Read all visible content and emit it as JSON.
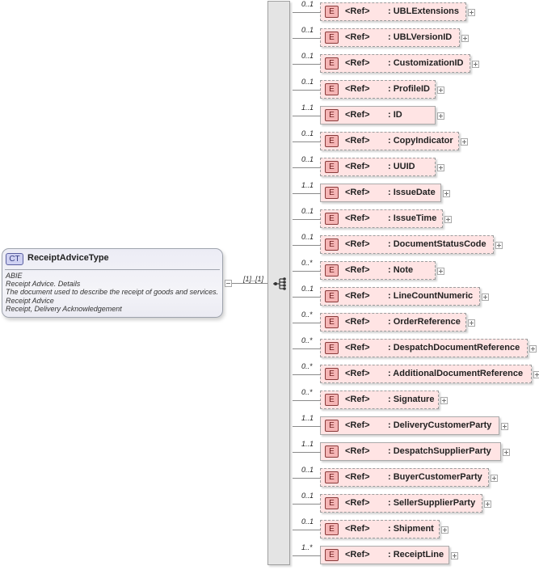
{
  "complex_type": {
    "badge": "CT",
    "name": "ReceiptAdviceType",
    "doc_lines": [
      "ABIE",
      "Receipt Advice. Details",
      "The document used to describe the receipt of goods and services.",
      "Receipt Advice",
      "Receipt, Delivery Acknowledgement"
    ]
  },
  "sequence": {
    "cardinality": "[1]..[1]",
    "icon": "sequence-compositor-icon"
  },
  "element_badge": "E",
  "ref_label": "<Ref>",
  "elements": [
    {
      "name": ": UBLExtensions",
      "occ": "0..1",
      "optional": true,
      "width": 181
    },
    {
      "name": ": UBLVersionID",
      "occ": "0..1",
      "optional": true,
      "width": 173
    },
    {
      "name": ": CustomizationID",
      "occ": "0..1",
      "optional": true,
      "width": 186
    },
    {
      "name": ": ProfileID",
      "occ": "0..1",
      "optional": true,
      "width": 143
    },
    {
      "name": ": ID",
      "occ": "1..1",
      "optional": false,
      "width": 143
    },
    {
      "name": ": CopyIndicator",
      "occ": "0..1",
      "optional": true,
      "width": 172
    },
    {
      "name": ": UUID",
      "occ": "0..1",
      "optional": true,
      "width": 143
    },
    {
      "name": ": IssueDate",
      "occ": "1..1",
      "optional": false,
      "width": 150
    },
    {
      "name": ": IssueTime",
      "occ": "0..1",
      "optional": true,
      "width": 152
    },
    {
      "name": ": DocumentStatusCode",
      "occ": "0..1",
      "optional": true,
      "width": 215
    },
    {
      "name": ": Note",
      "occ": "0..*",
      "optional": true,
      "width": 143
    },
    {
      "name": ": LineCountNumeric",
      "occ": "0..1",
      "optional": true,
      "width": 198
    },
    {
      "name": ": OrderReference",
      "occ": "0..*",
      "optional": true,
      "width": 181
    },
    {
      "name": ": DespatchDocumentReference",
      "occ": "0..*",
      "optional": true,
      "width": 257
    },
    {
      "name": ": AdditionalDocumentReference",
      "occ": "0..*",
      "optional": true,
      "width": 262
    },
    {
      "name": ": Signature",
      "occ": "0..*",
      "optional": true,
      "width": 147
    },
    {
      "name": ": DeliveryCustomerParty",
      "occ": "1..1",
      "optional": false,
      "width": 222
    },
    {
      "name": ": DespatchSupplierParty",
      "occ": "1..1",
      "optional": false,
      "width": 224
    },
    {
      "name": ": BuyerCustomerParty",
      "occ": "0..1",
      "optional": true,
      "width": 209
    },
    {
      "name": ": SellerSupplierParty",
      "occ": "0..1",
      "optional": true,
      "width": 201
    },
    {
      "name": ": Shipment",
      "occ": "0..1",
      "optional": true,
      "width": 148
    },
    {
      "name": ": ReceiptLine",
      "occ": "1..*",
      "optional": false,
      "width": 160
    }
  ]
}
